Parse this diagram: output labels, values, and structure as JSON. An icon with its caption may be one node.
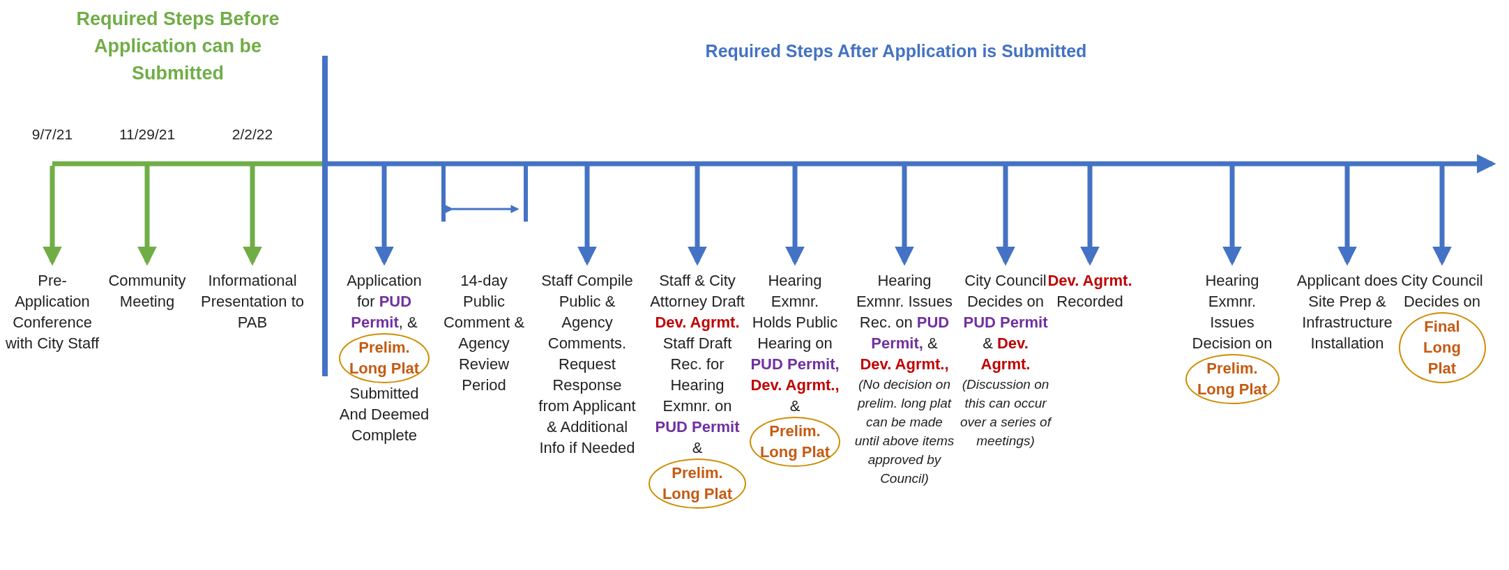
{
  "diagram": {
    "nodes": [
      {
        "text": [
          "Pre-Application Conference with City Staff"
        ]
      },
      {
        "text": [
          "Community Meeting"
        ]
      },
      {
        "text": [
          "Informational Presentation to PAB"
        ]
      },
      {
        "text": [
          "Application for **PUD Permit**, & **Prelim. Long Plat** Submitted And Deemed Complete"
        ]
      },
      {
        "text": [
          "14-day Public Comment & Agency Review Period"
        ]
      },
      {
        "text": [
          "Staff Compile Public & Agency Comments. Request Response from Applicant & Additional Info if Needed"
        ]
      },
      {
        "text": [
          "Staff & City Attorney Draft **Dev. Agrmt.** Staff Draft Rec. for Hearing Exmnr. on **PUD Permit** & **Prelim. Long Plat**"
        ]
      },
      {
        "text": [
          "Hearing Exmnr. Holds Public Hearing on **PUD Permit,** **Dev. Agrmt.,** & **Prelim. Long Plat**"
        ]
      },
      {
        "text": [
          "Hearing Exmnr. Issues Rec. on **PUD Permit,** & **Dev. Agrmt.,**",
          "(No decision on prelim. long plat can be made until above items approved by Council)"
        ]
      },
      {
        "text": [
          "City Council Decides on **PUD Permit** & **Dev. Agrmt.**",
          "(Discussion on this can occur over a series of meetings)"
        ]
      },
      {
        "text": [
          "**Dev. Agrmt.** Recorded"
        ]
      },
      {
        "text": [
          "Hearing Exmnr. Issues Decision on **Prelim. Long Plat**"
        ]
      },
      {
        "text": [
          "Applicant does Site Prep & Infrastructure Installation"
        ]
      },
      {
        "text": [
          "City Council Decides on **Final Long Plat**"
        ]
      }
    ],
    "edges": [
      {
        "from": null,
        "to": 0,
        "arrow": "to",
        "color": "#70ad47"
      },
      {
        "from": null,
        "to": 1,
        "arrow": "to",
        "color": "#70ad47"
      },
      {
        "from": null,
        "to": 2,
        "arrow": "to",
        "color": "#70ad47"
      },
      {
        "from": null,
        "to": 3,
        "arrow": "to"
      },
      {
        "from": null,
        "to": 5,
        "arrow": "to"
      },
      {
        "from": null,
        "to": 6,
        "arrow": "to"
      },
      {
        "from": null,
        "to": 7,
        "arrow": "to"
      },
      {
        "from": null,
        "to": 8,
        "arrow": "to"
      },
      {
        "from": null,
        "to": 9,
        "arrow": "to"
      },
      {
        "from": null,
        "to": 10,
        "arrow": "to"
      },
      {
        "from": null,
        "to": 11,
        "arrow": "to"
      },
      {
        "from": null,
        "to": 12,
        "arrow": "to"
      },
      {
        "from": null,
        "to": 13,
        "arrow": "to"
      }
    ],
    "labels": [
      "Required Steps Before Application can be Submitted",
      "Required Steps After Application is Submitted",
      "9/7/21",
      "11/29/21",
      "2/2/22"
    ]
  }
}
